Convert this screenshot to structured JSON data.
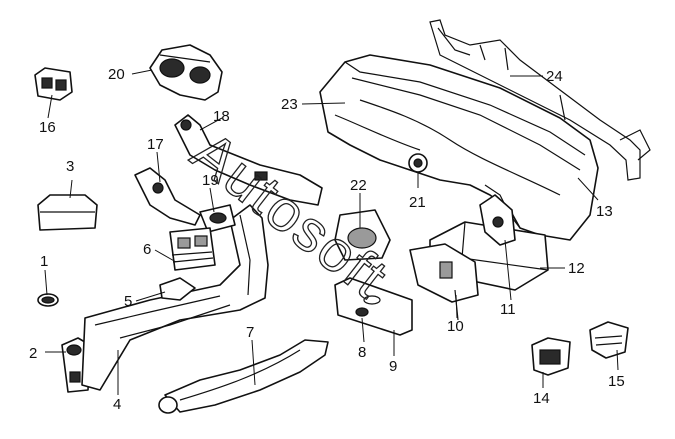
{
  "watermark": "Autosoft",
  "callouts": {
    "c1": "1",
    "c2": "2",
    "c3": "3",
    "c4": "4",
    "c5": "5",
    "c6": "6",
    "c7": "7",
    "c8": "8",
    "c9": "9",
    "c10": "10",
    "c11": "11",
    "c12": "12",
    "c13": "13",
    "c14": "14",
    "c15": "15",
    "c16": "16",
    "c17": "17",
    "c18": "18",
    "c19": "19",
    "c20": "20",
    "c21": "21",
    "c22": "22",
    "c23": "23",
    "c24": "24"
  }
}
